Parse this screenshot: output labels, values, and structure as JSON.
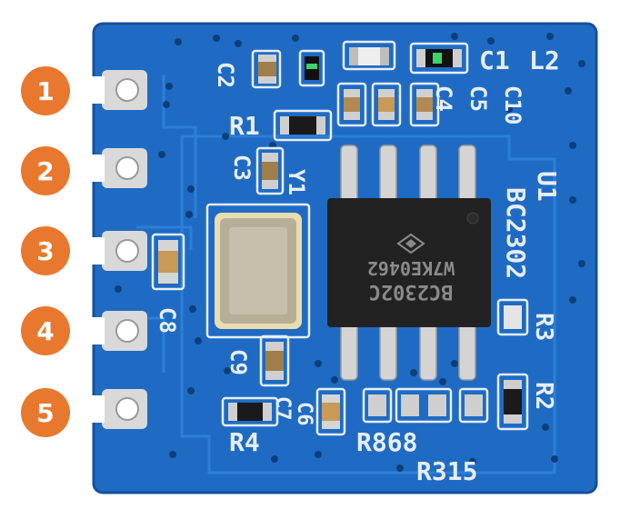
{
  "pins": [
    {
      "number": "1"
    },
    {
      "number": "2"
    },
    {
      "number": "3"
    },
    {
      "number": "4"
    },
    {
      "number": "5"
    }
  ],
  "colors": {
    "badge": "#e8782e",
    "pcb": "#1f6bc4",
    "pcb_dark": "#17509a",
    "silkscreen": "#e8eef6",
    "pad": "#d9d9d9",
    "chip": "#222222"
  },
  "chip": {
    "marking_line1": "BC2302C",
    "marking_line2": "W7KE0462"
  },
  "silkscreen_labels": {
    "c1": "C1",
    "l2": "L2",
    "r1": "R1",
    "c4": "C4",
    "c5": "C5",
    "c10": "C10",
    "y1": "Y1",
    "u1": "U1",
    "bc2302": "BC2302",
    "c8": "C8",
    "r3": "R3",
    "r2": "R2",
    "c9": "C9",
    "c6": "C6",
    "r4": "R4",
    "r868": "R868",
    "r315": "R315",
    "c2": "C2",
    "c3": "C3",
    "c7": "C7"
  }
}
